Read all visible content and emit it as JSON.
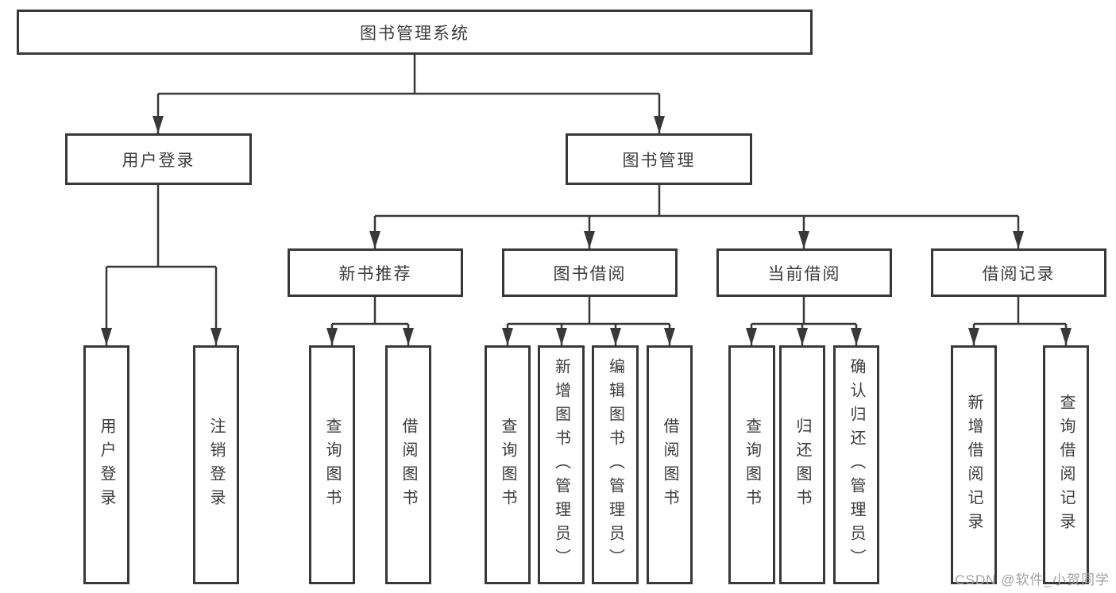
{
  "diagram_type": "hierarchy-tree",
  "tree": {
    "label": "图书管理系统",
    "children": [
      {
        "label": "用户登录",
        "children": [
          {
            "label": "用户登录"
          },
          {
            "label": "注销登录"
          }
        ]
      },
      {
        "label": "图书管理",
        "children": [
          {
            "label": "新书推荐",
            "children": [
              {
                "label": "查询图书"
              },
              {
                "label": "借阅图书"
              }
            ]
          },
          {
            "label": "图书借阅",
            "children": [
              {
                "label": "查询图书"
              },
              {
                "label": "新增图书（管理员）"
              },
              {
                "label": "编辑图书（管理员）"
              },
              {
                "label": "借阅图书"
              }
            ]
          },
          {
            "label": "当前借阅",
            "children": [
              {
                "label": "查询图书"
              },
              {
                "label": "归还图书"
              },
              {
                "label": "确认归还（管理员）"
              }
            ]
          },
          {
            "label": "借阅记录",
            "children": [
              {
                "label": "新增借阅记录"
              },
              {
                "label": "查询借阅记录"
              }
            ]
          }
        ]
      }
    ]
  },
  "watermark": {
    "text": "CSDN @软件_小贺同学"
  },
  "colors": {
    "line": "#383838",
    "text": "#3c3c3c",
    "watermark": "#a2a2a2",
    "background": "#ffffff"
  }
}
